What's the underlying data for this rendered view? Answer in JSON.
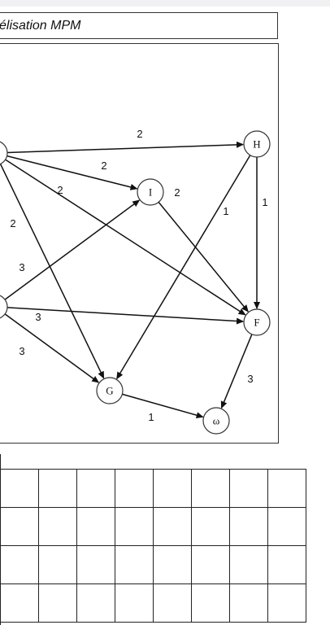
{
  "title": "élisation MPM",
  "graph": {
    "nodes": [
      {
        "id": "left_top",
        "label": ""
      },
      {
        "id": "left_bottom",
        "label": ""
      },
      {
        "id": "H",
        "label": "H"
      },
      {
        "id": "I",
        "label": "I"
      },
      {
        "id": "F",
        "label": "F"
      },
      {
        "id": "G",
        "label": "G"
      },
      {
        "id": "omega",
        "label": "ω"
      }
    ],
    "edges": [
      {
        "from": "left_top",
        "to": "H",
        "weight": "2"
      },
      {
        "from": "left_top",
        "to": "I",
        "weight": "2"
      },
      {
        "from": "left_top",
        "to": "F",
        "weight": "2"
      },
      {
        "from": "left_top",
        "to": "G",
        "weight": "2"
      },
      {
        "from": "left_bottom",
        "to": "I",
        "weight": "3"
      },
      {
        "from": "left_bottom",
        "to": "F",
        "weight": "3"
      },
      {
        "from": "left_bottom",
        "to": "G",
        "weight": "3"
      },
      {
        "from": "I",
        "to": "F",
        "weight": "2"
      },
      {
        "from": "H",
        "to": "F",
        "weight": "1"
      },
      {
        "from": "H",
        "to": "G",
        "weight": "1"
      },
      {
        "from": "F",
        "to": "omega",
        "weight": "3"
      },
      {
        "from": "G",
        "to": "omega",
        "weight": "1"
      }
    ]
  },
  "table": {
    "rows": 4,
    "columns": 8
  }
}
